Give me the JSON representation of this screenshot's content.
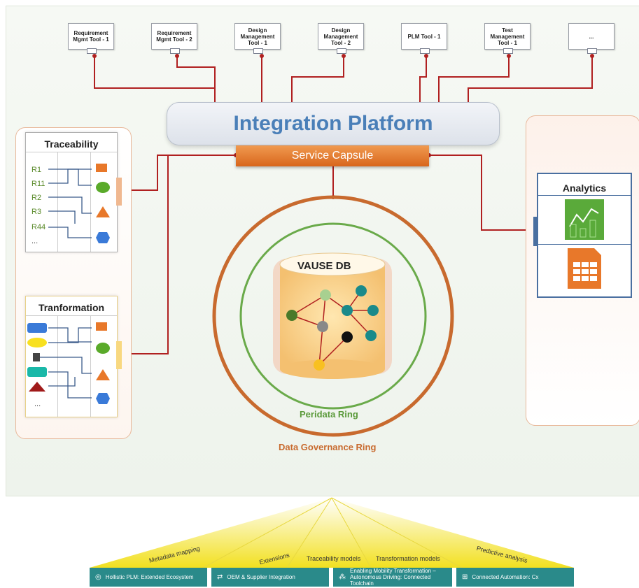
{
  "tools": [
    {
      "label": "Requirement Mgmt Tool - 1"
    },
    {
      "label": "Requirement Mgmt Tool - 2"
    },
    {
      "label": "Design Management Tool - 1"
    },
    {
      "label": "Design Management Tool - 2"
    },
    {
      "label": "PLM Tool - 1"
    },
    {
      "label": "Test Management Tool - 1"
    },
    {
      "label": "..."
    }
  ],
  "platform": {
    "title": "Integration Platform",
    "capsule": "Service Capsule"
  },
  "traceability": {
    "title": "Traceability",
    "rows": [
      "R1",
      "R11",
      "R2",
      "R3",
      "R44",
      "..."
    ]
  },
  "transformation": {
    "title": "Tranformation",
    "more": "..."
  },
  "analytics": {
    "title": "Analytics"
  },
  "db": {
    "title": "VAUSE DB",
    "inner_ring": "Peridata Ring",
    "outer_ring": "Data Governance Ring"
  },
  "slopes": [
    "Metadata mapping",
    "Extensions",
    "Traceability models",
    "Transformation models",
    "Predictive analysis"
  ],
  "pillars": [
    {
      "label": "Hollistic PLM: Extended Ecosystem",
      "icon": "globe-icon"
    },
    {
      "label": "OEM & Supplier Integration",
      "icon": "handshake-icon"
    },
    {
      "label": "Enabling Mobility Transformation – Autonomous Driving: Connected Toolchain",
      "icon": "network-icon"
    },
    {
      "label": "Connected Automation: Cx",
      "icon": "hierarchy-icon"
    }
  ],
  "colors": {
    "connector": "#b02020",
    "accent_orange": "#d8661c",
    "platform_text": "#4a7fb8",
    "pillar": "#2a8a8a",
    "peridata": "#5a9a3a"
  }
}
